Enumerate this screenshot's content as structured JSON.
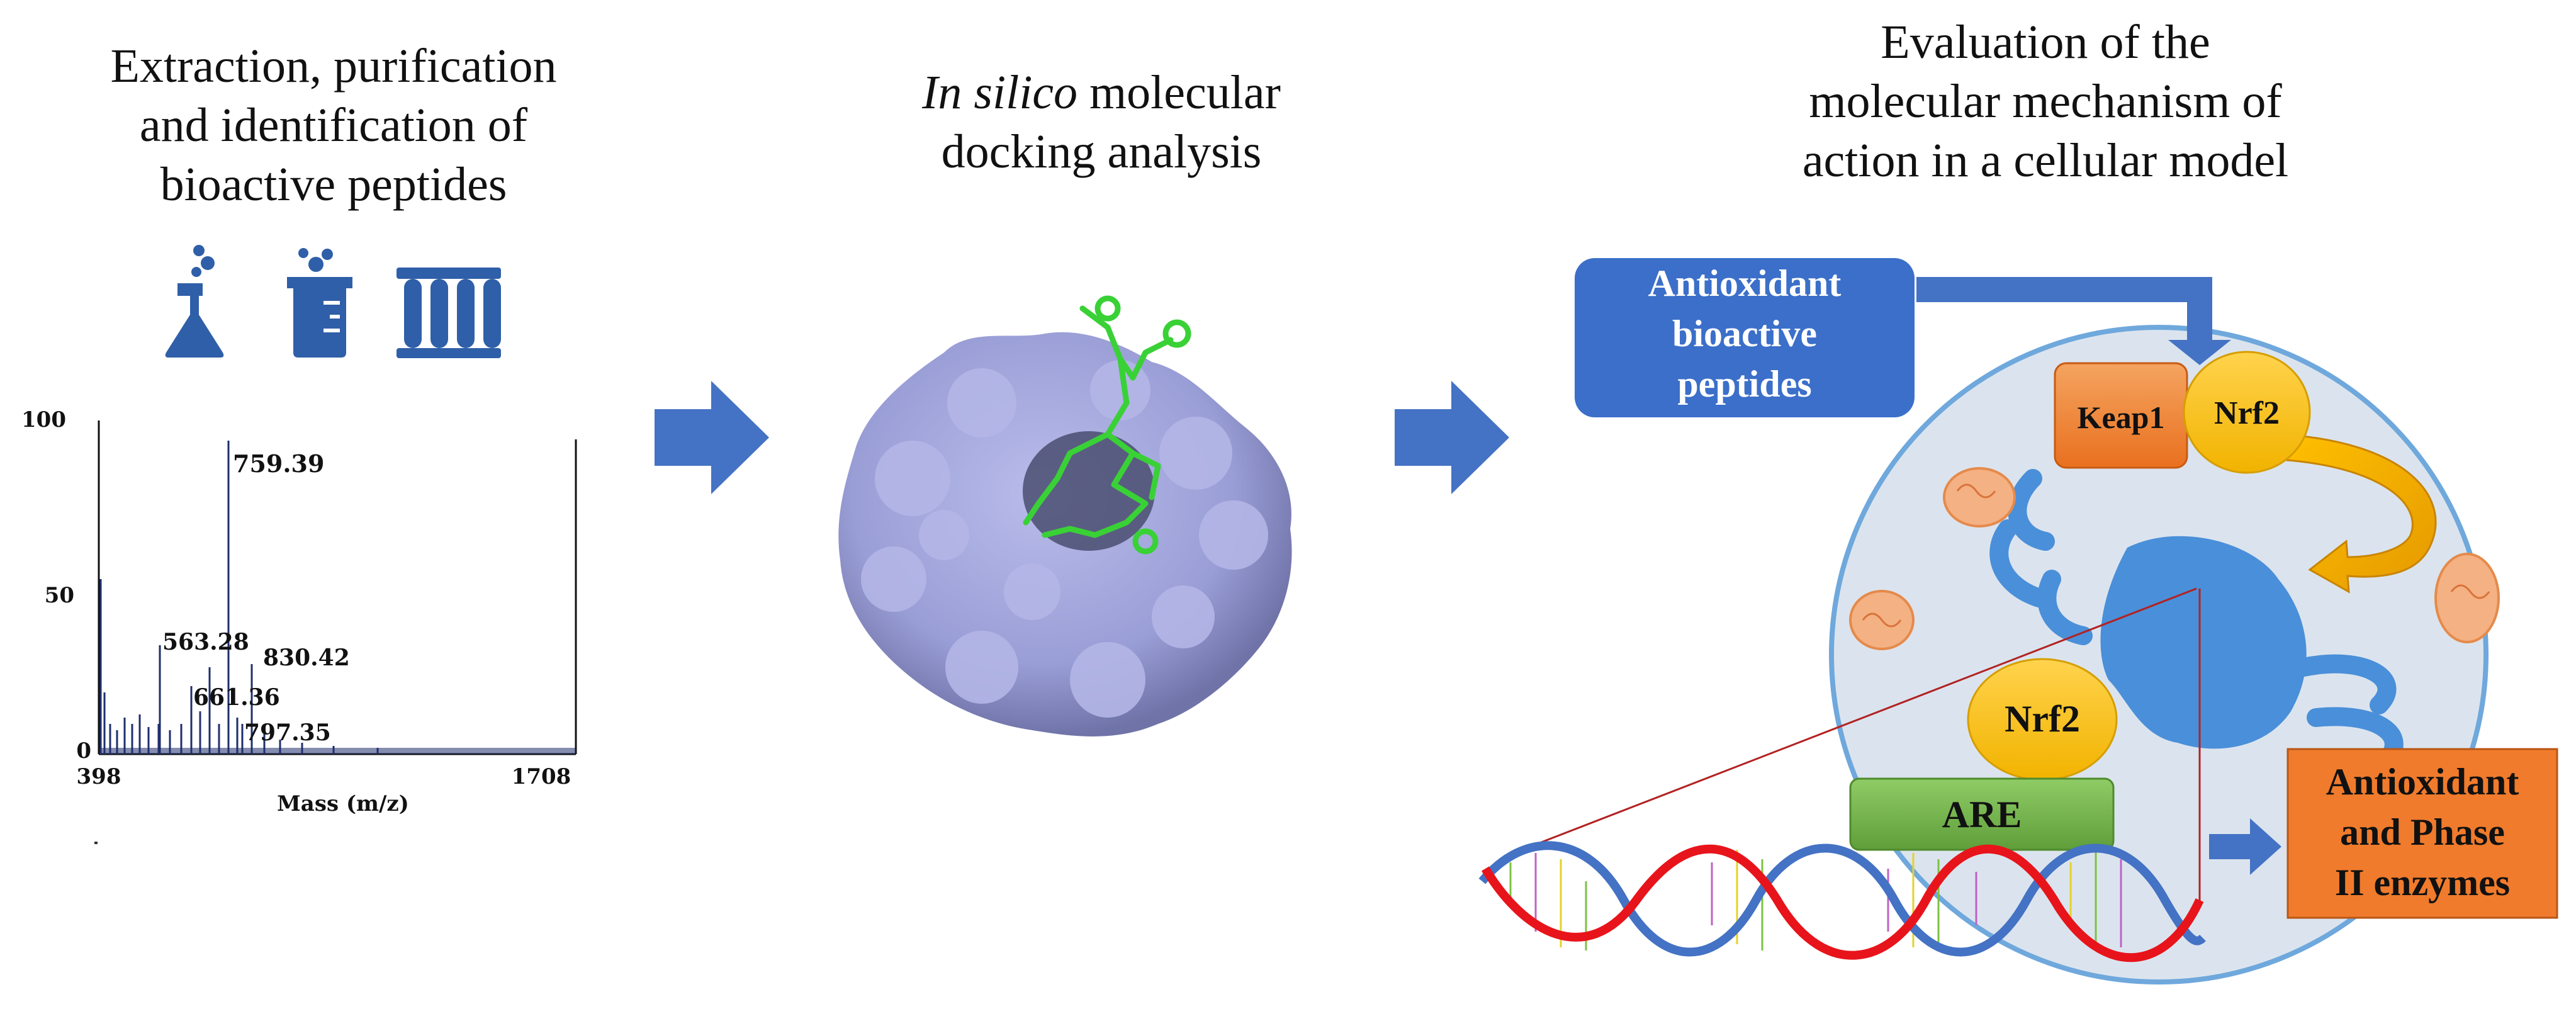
{
  "panels": {
    "extraction": {
      "title_lines": [
        "Extraction, purification",
        "and identification of",
        "bioactive peptides"
      ]
    },
    "docking": {
      "title_italic": "In silico",
      "title_rest": " molecular",
      "title_line2": "docking analysis"
    },
    "cellular": {
      "title_lines": [
        "Evaluation of the",
        "molecular mechanism of",
        "action in a cellular model"
      ]
    }
  },
  "icons": [
    "flask-icon",
    "beaker-icon",
    "test-tubes-icon"
  ],
  "spectrum": {
    "y_ticks": [
      "100",
      "50",
      "0"
    ],
    "x_ticks": [
      "398",
      "1708"
    ],
    "xlabel": "Mass (m/z)",
    "peak_labels": [
      "759.39",
      "563.28",
      "830.42",
      "661.36",
      "797.35"
    ]
  },
  "cell": {
    "antioxidant_box_lines": [
      "Antioxidant",
      "bioactive",
      "peptides"
    ],
    "keap1": "Keap1",
    "nrf2_top": "Nrf2",
    "nrf2_nucleus": "Nrf2",
    "are": "ARE",
    "enzymes_lines": [
      "Antioxidant",
      "and Phase",
      "II enzymes"
    ]
  },
  "colors": {
    "arrow_blue": "#4472c4",
    "box_blue": "#3b6fc9",
    "cell_fill": "#dbe4ee",
    "cell_stroke": "#6fa8dc",
    "organelle_blue": "#4a8fd9",
    "keap1_orange": "#ed7d31",
    "nrf2_yellow": "#ffc000",
    "are_green": "#70ad47",
    "dna_red": "#e8141b",
    "dna_blue": "#4472c4",
    "protein_surface": "#9fa3d9",
    "ligand_green": "#39d136"
  }
}
